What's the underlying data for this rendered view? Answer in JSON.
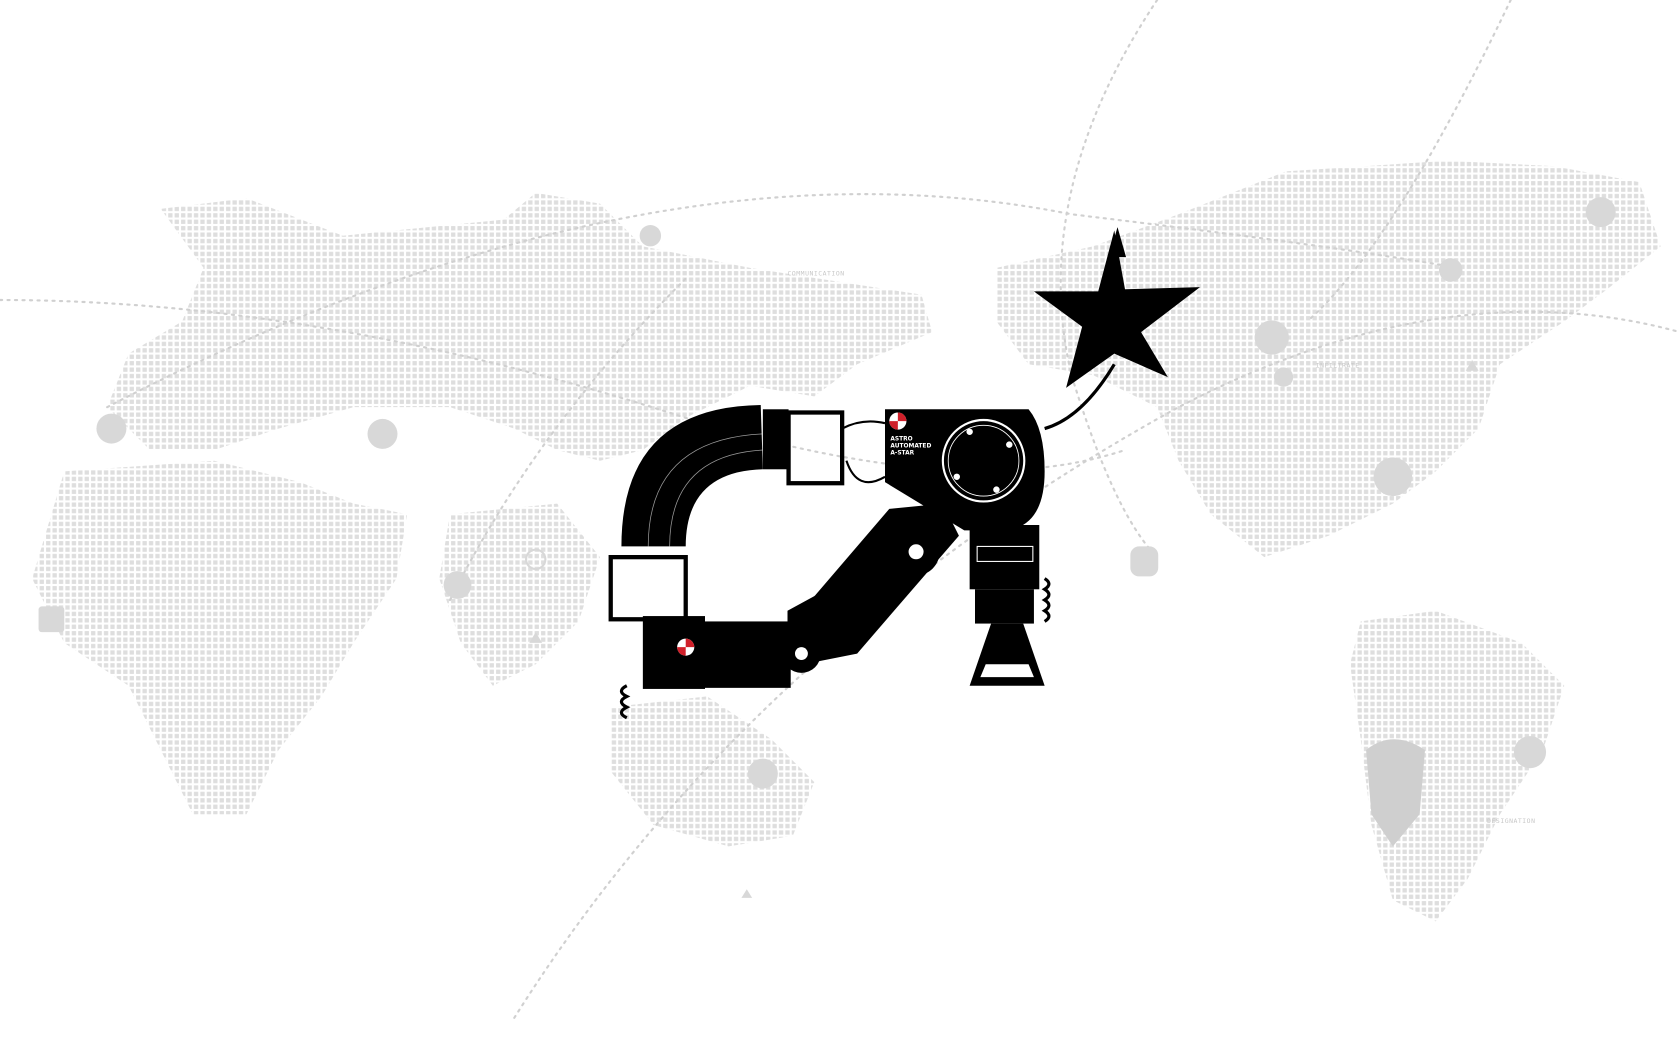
{
  "wallpaper": {
    "background_color": "#ffffff",
    "map_dot_color": "#dcdcdc",
    "route_color": "#d0d0d0",
    "silhouette_color": "#000000",
    "accent_color": "#d0202a",
    "map_labels": {
      "communication": "COMMUNICATION",
      "infiltrate": "INFILTRATE",
      "designation": "DESIGNATION"
    },
    "robot_plate": {
      "line1": "ASTRO",
      "line2": "AUTOMATED",
      "line3": "A-STAR"
    },
    "map_icons": [
      "skull-icon",
      "biohazard-icon",
      "alien-icon",
      "crosshair-icon",
      "cube-icon",
      "helmet-icon",
      "robot-head-icon",
      "mask-icon",
      "triangle-icon"
    ]
  }
}
